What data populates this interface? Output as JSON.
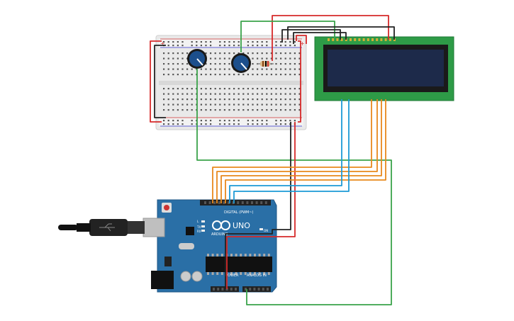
{
  "arduino": {
    "brand": "ARDUINO",
    "model": "UNO",
    "digital_header": "DIGITAL (PWM~)",
    "power_header": "POWER",
    "analog_header": "ANALOG IN",
    "tx_label": "TX",
    "rx_label": "RX",
    "l_label": "L",
    "on_label": "ON"
  },
  "breadboard": {
    "rail_plus": "+",
    "rail_minus": "-"
  },
  "lcd": {
    "screen_text": ""
  },
  "colors": {
    "red_wire": "#d62a2a",
    "black_wire": "#222222",
    "green_wire": "#3aa34a",
    "orange_wire": "#e8891d",
    "blue_wire": "#1d9ad6",
    "arduino_board": "#2a6fa6",
    "lcd_board": "#2e9b47",
    "lcd_screen": "#1d2a4a",
    "breadboard": "#e9e9e9",
    "pot_knob": "#1c4f8c"
  }
}
